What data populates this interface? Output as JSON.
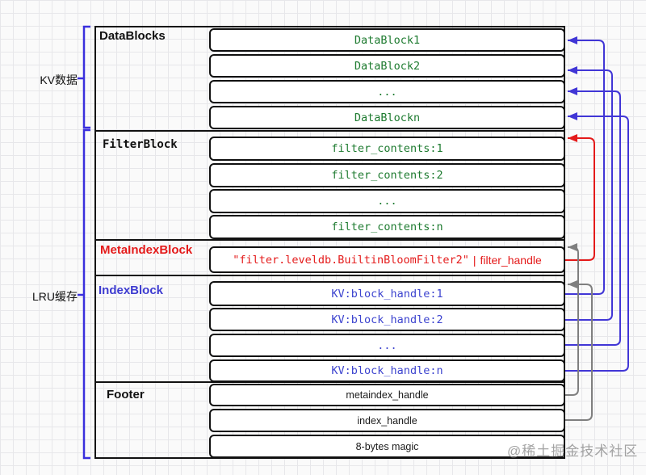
{
  "side_labels": {
    "kv_data": "KV数据",
    "lru_cache": "LRU缓存"
  },
  "watermark": "@稀土掘金技术社区",
  "colors": {
    "green_text": "#1e7b30",
    "blue_text": "#3d44cf",
    "blue_line": "#4136d6",
    "red": "#e41a1a",
    "gray_line": "#7f7f7f",
    "border": "#111111"
  },
  "sections": [
    {
      "label": "DataBlocks",
      "rows": [
        "DataBlock1",
        "DataBlock2",
        "...",
        "DataBlockn"
      ]
    },
    {
      "label": "FilterBlock",
      "rows": [
        "filter_contents:1",
        "filter_contents:2",
        "...",
        "filter_contents:n"
      ]
    },
    {
      "label": "MetaIndexBlock",
      "parts": {
        "quoted": "\"filter.leveldb.BuiltinBloomFilter2\"",
        "pipe": "|",
        "handle": "filter_handle"
      }
    },
    {
      "label": "IndexBlock",
      "rows": [
        "KV:block_handle:1",
        "KV:block_handle:2",
        "...",
        "KV:block_handle:n"
      ]
    },
    {
      "label": "Footer",
      "rows": [
        "metaindex_handle",
        "index_handle",
        "8-bytes magic"
      ]
    }
  ],
  "connections": [
    {
      "from": "KV:block_handle:1",
      "to": "DataBlock1",
      "color": "#4136d6"
    },
    {
      "from": "KV:block_handle:2",
      "to": "DataBlock2",
      "color": "#4136d6"
    },
    {
      "from": "IndexBlock ...",
      "to": "DataBlocks ...",
      "color": "#4136d6"
    },
    {
      "from": "KV:block_handle:n",
      "to": "DataBlockn",
      "color": "#4136d6"
    },
    {
      "from": "MetaIndexBlock filter_handle",
      "to": "filter_contents:1",
      "color": "#e41a1a"
    },
    {
      "from": "metaindex_handle",
      "to": "MetaIndexBlock",
      "color": "#7f7f7f"
    },
    {
      "from": "index_handle",
      "to": "IndexBlock",
      "color": "#7f7f7f"
    }
  ]
}
